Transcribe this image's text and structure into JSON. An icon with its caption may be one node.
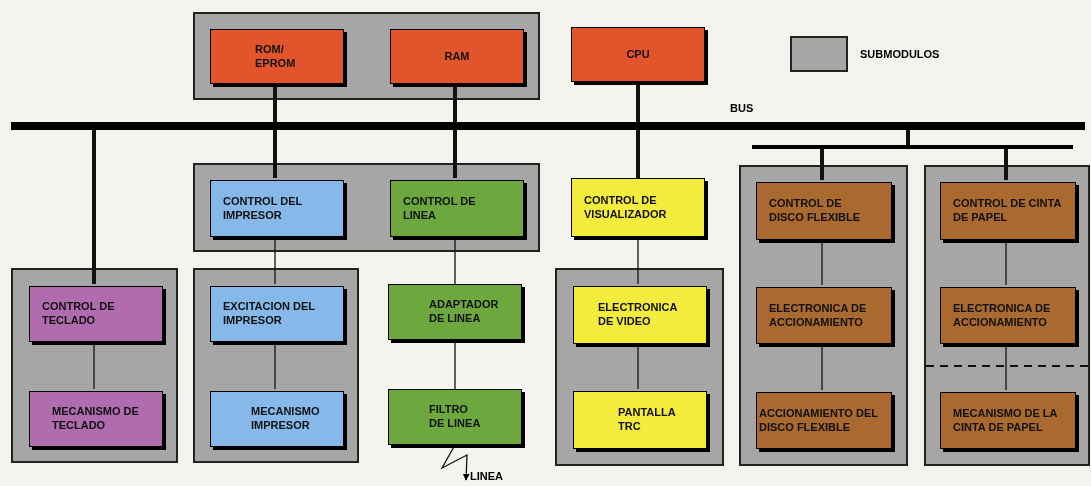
{
  "diagram": {
    "nodes": [
      {
        "text": [],
        "shape": "box"
      },
      {
        "text": [
          "ROM/ EPROM"
        ],
        "in": 0
      },
      {
        "text": [
          "RAM"
        ],
        "in": 0
      },
      {
        "text": [
          "CPU"
        ]
      },
      {
        "text": [],
        "shape": "bar"
      },
      {
        "text": [],
        "shape": "bar"
      },
      {
        "text": [],
        "shape": "box"
      },
      {
        "text": [
          "CONTROL DEL IMPRESOR"
        ],
        "in": 6
      },
      {
        "text": [
          "CONTROL DE LINEA"
        ],
        "in": 6
      },
      {
        "text": [
          "CONTROL DE VISUALIZADOR"
        ]
      },
      {
        "text": [],
        "shape": "box"
      },
      {
        "text": [
          "CONTROL DE DISCO FLEXIBLE"
        ],
        "in": 10
      },
      {
        "text": [
          "ELECTRONICA DE ACCIONAMIENTO"
        ],
        "in": 10
      },
      {
        "text": [
          "ACCIONAMIENTO DEL DISCO FLEXIBLE"
        ],
        "in": 10
      },
      {
        "text": [],
        "shape": "box"
      },
      {
        "text": [
          "CONTROL DE CINTA DE PAPEL"
        ],
        "in": 14
      },
      {
        "text": [
          "ELECTRONICA DE ACCIONAMIENTO"
        ],
        "in": 14
      },
      {
        "text": [
          "MECANISMO DE LA CINTA DE PAPEL"
        ],
        "in": 14
      },
      {
        "text": [],
        "shape": "box"
      },
      {
        "text": [
          "CONTROL DE TECLADO"
        ],
        "in": 18
      },
      {
        "text": [
          "MECANISMO DE TECLADO"
        ],
        "in": 18
      },
      {
        "text": [],
        "shape": "box"
      },
      {
        "text": [
          "EXCITACION DEL IMPRESOR"
        ],
        "in": 21
      },
      {
        "text": [
          "MECANISMO IMPRESOR"
        ],
        "in": 21
      },
      {
        "text": [
          "ADAPTADOR DE LINEA"
        ]
      },
      {
        "text": [
          "FILTRO DE LINEA"
        ]
      },
      {
        "text": [],
        "shape": "box"
      },
      {
        "text": [
          "ELECTRONICA DE VIDEO"
        ],
        "in": 26
      },
      {
        "text": [
          "PANTALLA TRC"
        ],
        "in": 26
      },
      {
        "text": [
          "LINEA"
        ]
      }
    ],
    "edges": [
      {
        "from": 1,
        "to": 4,
        "arrow": "none",
        "style": "thick"
      },
      {
        "from": 2,
        "to": 4,
        "arrow": "none",
        "style": "thick"
      },
      {
        "from": 3,
        "to": 4,
        "arrow": "none",
        "style": "thick"
      },
      {
        "from": 4,
        "to": 19,
        "arrow": "none",
        "style": "thick"
      },
      {
        "from": 4,
        "to": 7,
        "arrow": "none",
        "style": "thick"
      },
      {
        "from": 4,
        "to": 8,
        "arrow": "none",
        "style": "thick"
      },
      {
        "from": 4,
        "to": 9,
        "arrow": "none",
        "style": "thick"
      },
      {
        "from": 4,
        "to": 5,
        "arrow": "none",
        "style": "thick"
      },
      {
        "from": 5,
        "to": 11,
        "arrow": "none",
        "style": "thick"
      },
      {
        "from": 5,
        "to": 15,
        "arrow": "none",
        "style": "thick"
      },
      {
        "from": 7,
        "to": 22,
        "arrow": "none"
      },
      {
        "from": 8,
        "to": 24,
        "arrow": "none"
      },
      {
        "from": 9,
        "to": 27,
        "arrow": "none"
      },
      {
        "from": 11,
        "to": 12,
        "arrow": "none"
      },
      {
        "from": 15,
        "to": 16,
        "arrow": "none"
      },
      {
        "from": 19,
        "to": 20,
        "arrow": "none"
      },
      {
        "from": 22,
        "to": 23,
        "arrow": "none"
      },
      {
        "from": 24,
        "to": 25,
        "arrow": "none"
      },
      {
        "from": 27,
        "to": 28,
        "arrow": "none"
      },
      {
        "from": 12,
        "to": 13,
        "arrow": "none"
      },
      {
        "from": 16,
        "to": 17,
        "arrow": "none"
      },
      {
        "from": 25,
        "to": 29,
        "arrow": "to"
      }
    ],
    "labels": [
      "BUS"
    ],
    "legend": [
      {
        "text": "SUBMODULOS",
        "color": "#a6a6a6"
      }
    ]
  }
}
